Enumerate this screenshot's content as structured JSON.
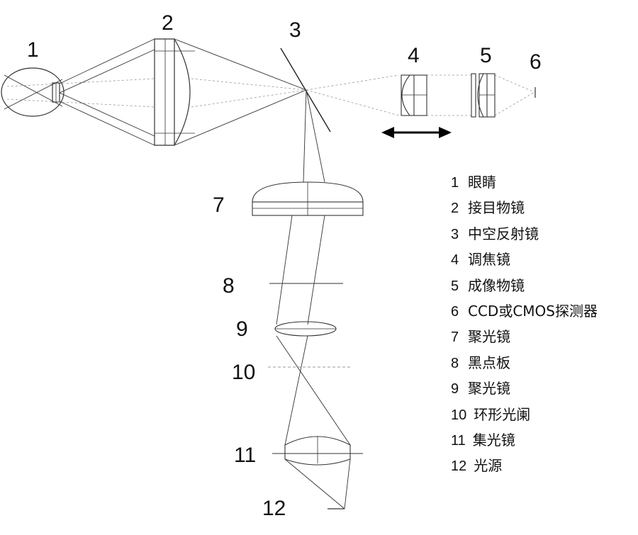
{
  "labels": {
    "n1": "1",
    "n2": "2",
    "n3": "3",
    "n4": "4",
    "n5": "5",
    "n6": "6",
    "n7": "7",
    "n8": "8",
    "n9": "9",
    "n10": "10",
    "n11": "11",
    "n12": "12"
  },
  "legend": [
    {
      "num": "1",
      "text": "眼睛"
    },
    {
      "num": "2",
      "text": "接目物镜"
    },
    {
      "num": "3",
      "text": "中空反射镜"
    },
    {
      "num": "4",
      "text": "调焦镜"
    },
    {
      "num": "5",
      "text": "成像物镜"
    },
    {
      "num": "6",
      "text": "CCD或CMOS探测器"
    },
    {
      "num": "7",
      "text": "聚光镜"
    },
    {
      "num": "8",
      "text": "黑点板"
    },
    {
      "num": "9",
      "text": "聚光镜"
    },
    {
      "num": "10",
      "text": "环形光阑"
    },
    {
      "num": "11",
      "text": "集光镜"
    },
    {
      "num": "12",
      "text": "光源"
    }
  ]
}
